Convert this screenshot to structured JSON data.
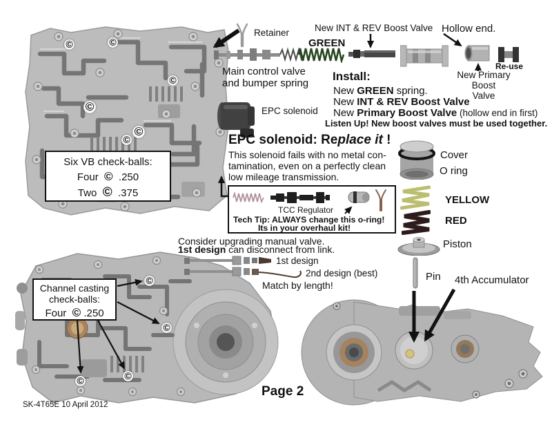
{
  "symbols": {
    "copyright": "©"
  },
  "page": {
    "number_label": "Page 2",
    "footer": "SK-4T65E  10 April 2012"
  },
  "colors": {
    "green_spring": "#27461f",
    "yellow_spring": "#bdbd72",
    "red_spring": "#2e1c1c",
    "tcc_spring": "#b2919e",
    "arrow": "#111111"
  },
  "vb_photo": {
    "box_title": "Six VB check-balls:",
    "row1_qty": "Four",
    "row1_size": ".250",
    "row2_qty": "Two",
    "row2_size": ".375"
  },
  "labels": {
    "retainer": "Retainer",
    "main_control_1": "Main control valve",
    "main_control_2": "and bumper spring",
    "epc_photo": "EPC solenoid",
    "int_rev_new": "New INT & REV Boost Valve",
    "hollow_end": "Hollow end.",
    "green": "GREEN",
    "re_use": "Re-use",
    "primary_1": "New Primary Boost",
    "primary_2": "Valve"
  },
  "install": {
    "heading": "Install:",
    "l1a": "New ",
    "l1b": "GREEN",
    "l1c": " spring.",
    "l2a": "New ",
    "l2b": "INT & REV Boost Valve",
    "l3a": "New ",
    "l3b": "Primary Boost Valve",
    "l3c": " (hollow end in first)",
    "warning": "Listen Up! New  boost valves must be used together."
  },
  "epc": {
    "h1": "EPC solenoid:  Re",
    "h2": "place it",
    "h3": " !",
    "body1": "This solenoid fails with no metal con-",
    "body2": "tamination, even on a perfectly clean",
    "body3": "low mileage transmission."
  },
  "tcc": {
    "label": "TCC Regulator",
    "tip1": "Tech Tip: ALWAYS change this o-ring!",
    "tip2": "Its in your overhaul kit!"
  },
  "stack": {
    "cover": "Cover",
    "o_ring": "O ring",
    "yellow": "YELLOW",
    "red": "RED",
    "piston": "Piston",
    "pin": "Pin",
    "fourth": "4th Accumulator"
  },
  "manual": {
    "line1": "Consider upgrading manual valve.",
    "line2b": "1st design",
    "line2r": " can disconnect from link.",
    "d1": "1st design",
    "d2": "2nd design (best)",
    "match": "Match by length!"
  },
  "cc_photo": {
    "box_title1": "Channel casting",
    "box_title2": "check-balls:",
    "row_qty": "Four",
    "row_size": ".250"
  }
}
